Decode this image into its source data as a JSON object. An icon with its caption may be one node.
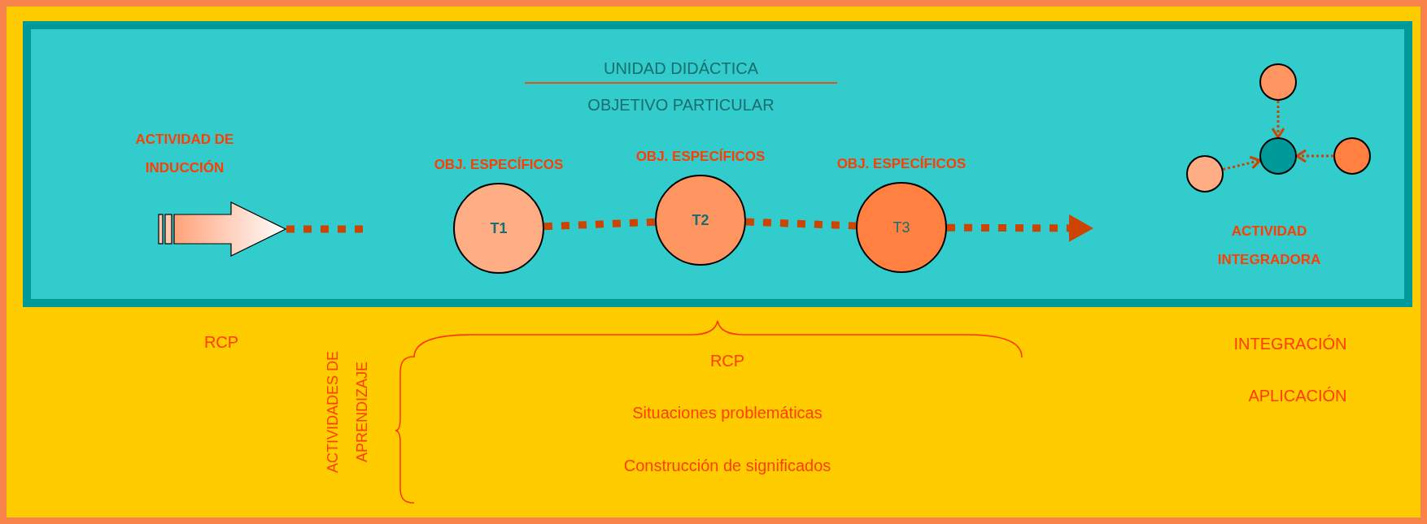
{
  "diagram": {
    "nodes": [
      {
        "text": [
          "UNIDAD DIDÁCTICA",
          "OBJETIVO PARTICULAR"
        ]
      },
      {
        "text": [],
        "shape": "arrow",
        "in": 0,
        "beside": [
          "ACTIVIDAD DE INDUCCIÓN"
        ]
      },
      {
        "text": [
          "OBJ. ESPECÍFICOS",
          "T1"
        ],
        "in": 0
      },
      {
        "text": [
          "OBJ. ESPECÍFICOS",
          "T2"
        ],
        "in": 0
      },
      {
        "text": [
          "OBJ. ESPECÍFICOS",
          "T3"
        ],
        "in": 0
      },
      {
        "text": [],
        "shape": "circle",
        "in": 0
      },
      {
        "text": [],
        "shape": "circle",
        "in": 0
      },
      {
        "text": [],
        "shape": "circle",
        "in": 0
      },
      {
        "text": [],
        "shape": "circle",
        "in": 0
      }
    ],
    "edges": [
      {
        "from": 1,
        "to": null,
        "arrow": "none",
        "style": "dashed"
      },
      {
        "from": 2,
        "to": 3,
        "arrow": "none",
        "style": "dashed"
      },
      {
        "from": 3,
        "to": 4,
        "arrow": "none",
        "style": "dashed"
      },
      {
        "from": 4,
        "to": null,
        "arrow": "to",
        "style": "dashed"
      },
      {
        "from": 5,
        "to": 7,
        "arrow": "to",
        "style": "dashed"
      },
      {
        "from": 6,
        "to": 7,
        "arrow": "to",
        "style": "dashed"
      },
      {
        "from": 8,
        "to": 7,
        "arrow": "to",
        "style": "dashed"
      }
    ],
    "labels": [
      "ACTIVIDAD INTEGRADORA",
      "RCP",
      "ACTIVIDADES DE APRENDIZAJE",
      "RCP",
      "Situaciones problemáticas",
      "Construcción de significados",
      "INTEGRACIÓN",
      "APLICACIÓN"
    ]
  }
}
